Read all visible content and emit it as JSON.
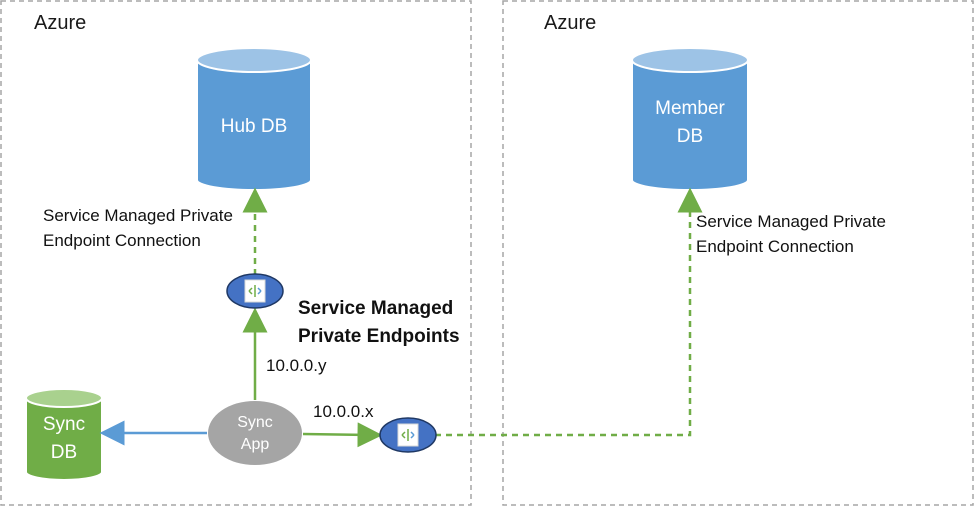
{
  "regions": {
    "left": {
      "label": "Azure"
    },
    "right": {
      "label": "Azure"
    }
  },
  "nodes": {
    "hub_db": {
      "line1": "Hub DB"
    },
    "member_db": {
      "line1": "Member",
      "line2": "DB"
    },
    "sync_db": {
      "line1": "Sync",
      "line2": "DB"
    },
    "sync_app": {
      "line1": "Sync",
      "line2": "App"
    }
  },
  "labels": {
    "left_connection": {
      "line1": "Service Managed Private",
      "line2": "Endpoint Connection"
    },
    "right_connection": {
      "line1": "Service Managed Private",
      "line2": "Endpoint Connection"
    },
    "endpoints_title": {
      "line1": "Service Managed",
      "line2": "Private Endpoints"
    },
    "ip_y": "10.0.0.y",
    "ip_x": "10.0.0.x"
  },
  "colors": {
    "db_blue": "#5b9bd5",
    "db_blue_top": "#9dc3e6",
    "sync_green": "#70ad47",
    "sync_green_top": "#a9d18e",
    "app_gray": "#a5a5a5",
    "endpoint_blue": "#4472c4",
    "arrow_green": "#70ad47",
    "arrow_blue": "#5b9bd5",
    "region_border": "#a6a6a6"
  }
}
